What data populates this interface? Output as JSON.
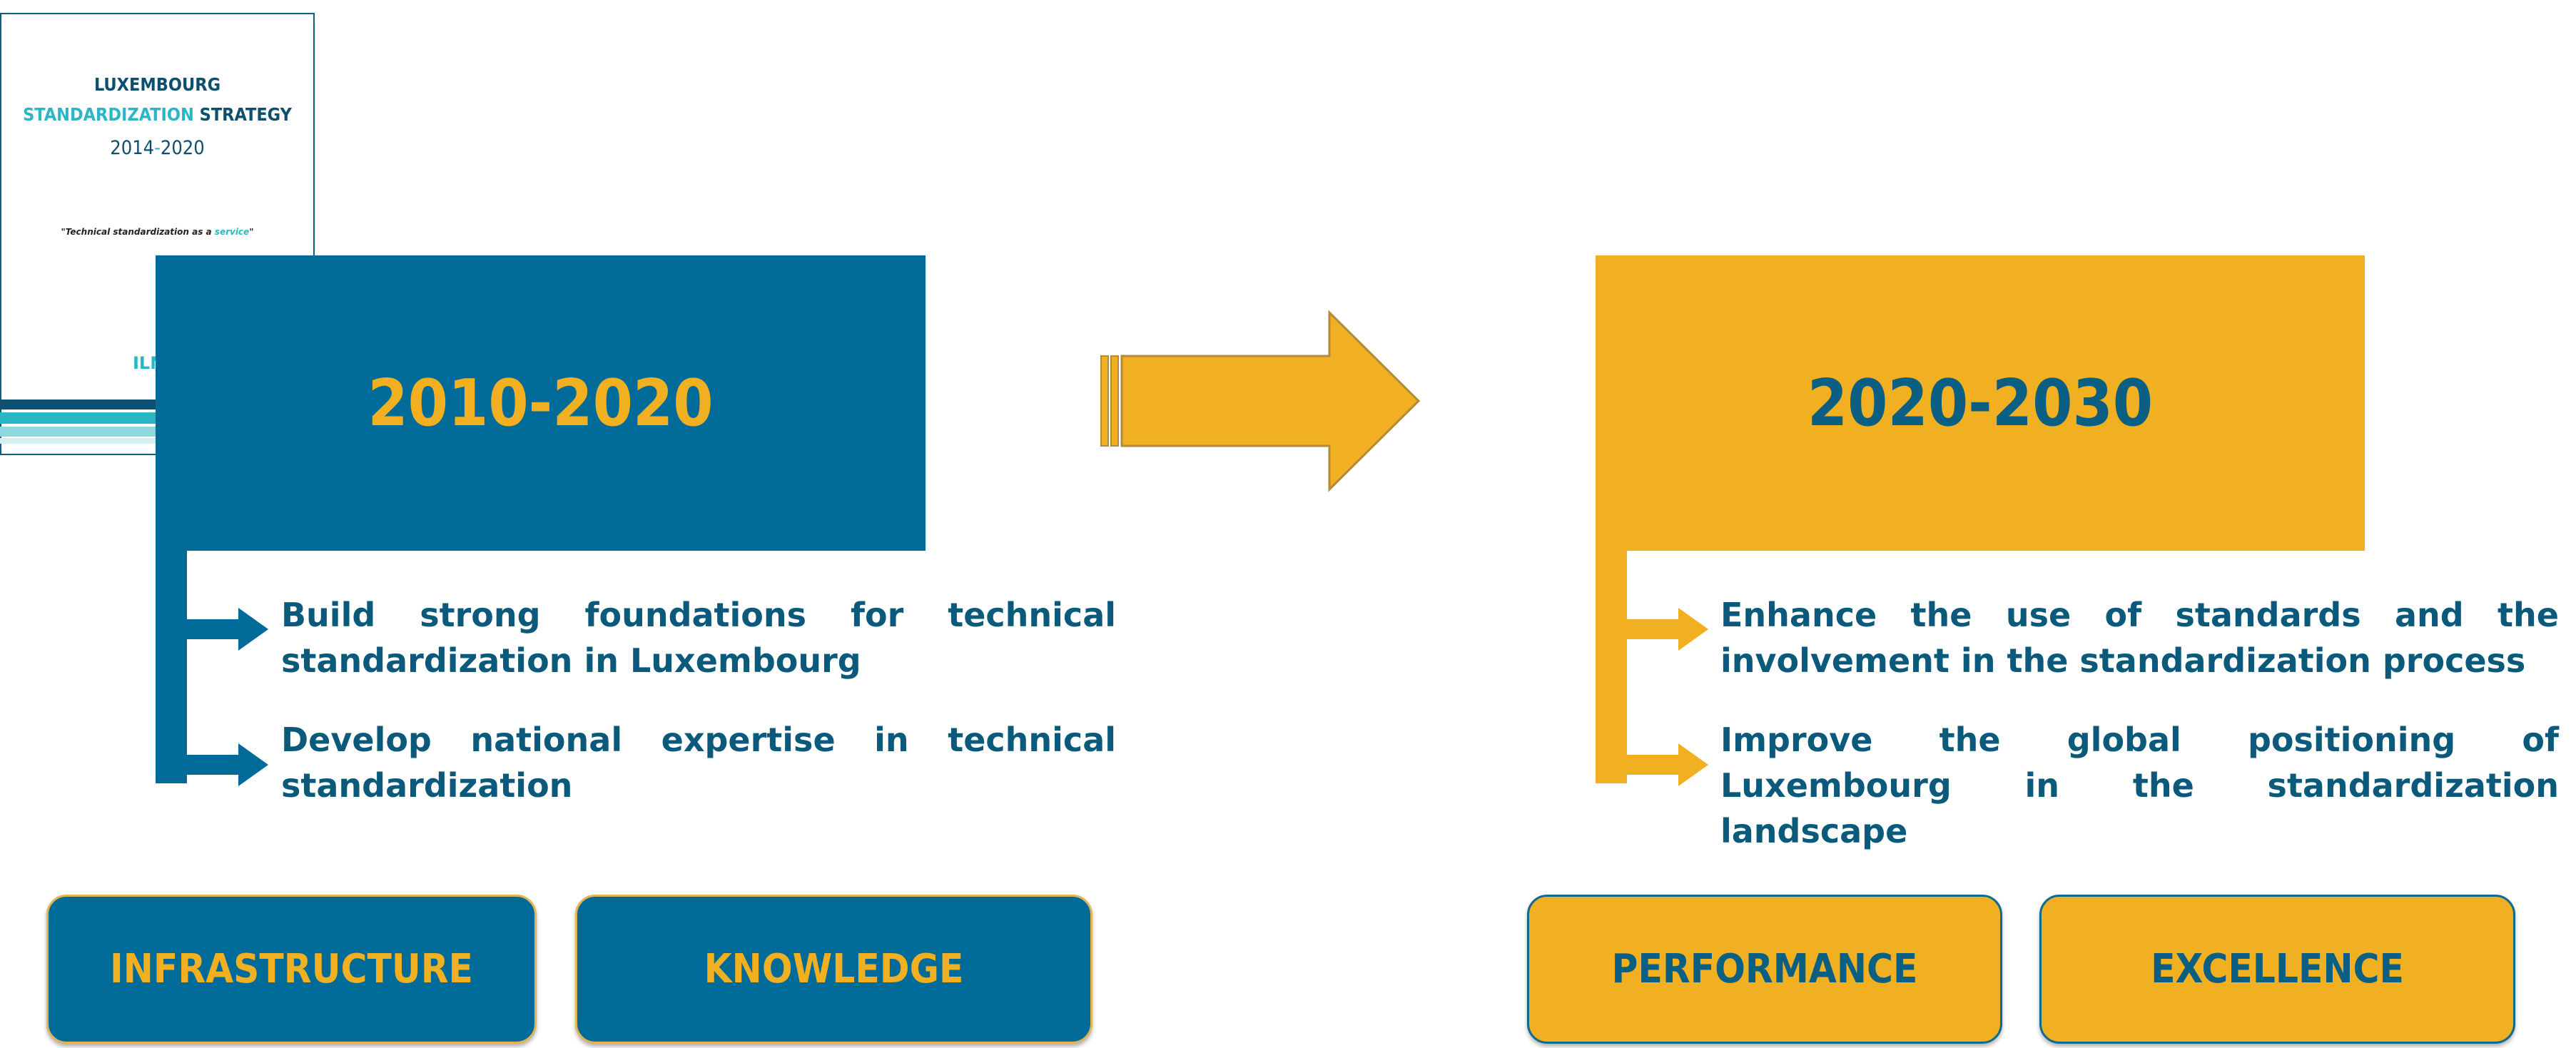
{
  "cover": {
    "title_line1": "LUXEMBOURG",
    "title_line2a": "STANDARDIZATION",
    "title_line2b": " STRATEGY",
    "year_a": "2014",
    "year_b": "-",
    "year_c": "2020",
    "tagline_a": "\"Technical standardization as a ",
    "tagline_b": "service",
    "tagline_c": "\"",
    "logo_fragment": "ILN"
  },
  "left": {
    "period": "2010-2020",
    "bullets": [
      "Build strong foundations for technical standardization in Luxembourg",
      "Develop national expertise in technical standardization"
    ],
    "pillars": [
      "INFRASTRUCTURE",
      "KNOWLEDGE"
    ]
  },
  "right": {
    "period": "2020-2030",
    "bullets": [
      "Enhance the use of standards and the involvement in the standardization process",
      "Improve the global positioning of Luxembourg in the standardization landscape"
    ],
    "pillars": [
      "PERFORMANCE",
      "EXCELLENCE"
    ]
  },
  "colors": {
    "blue": "#006b98",
    "gold": "#f0b021",
    "text_blue": "#0b5a7c",
    "teal": "#2bb6c6"
  },
  "icons": [
    "transition-arrow-icon",
    "branch-arrow-icon"
  ]
}
